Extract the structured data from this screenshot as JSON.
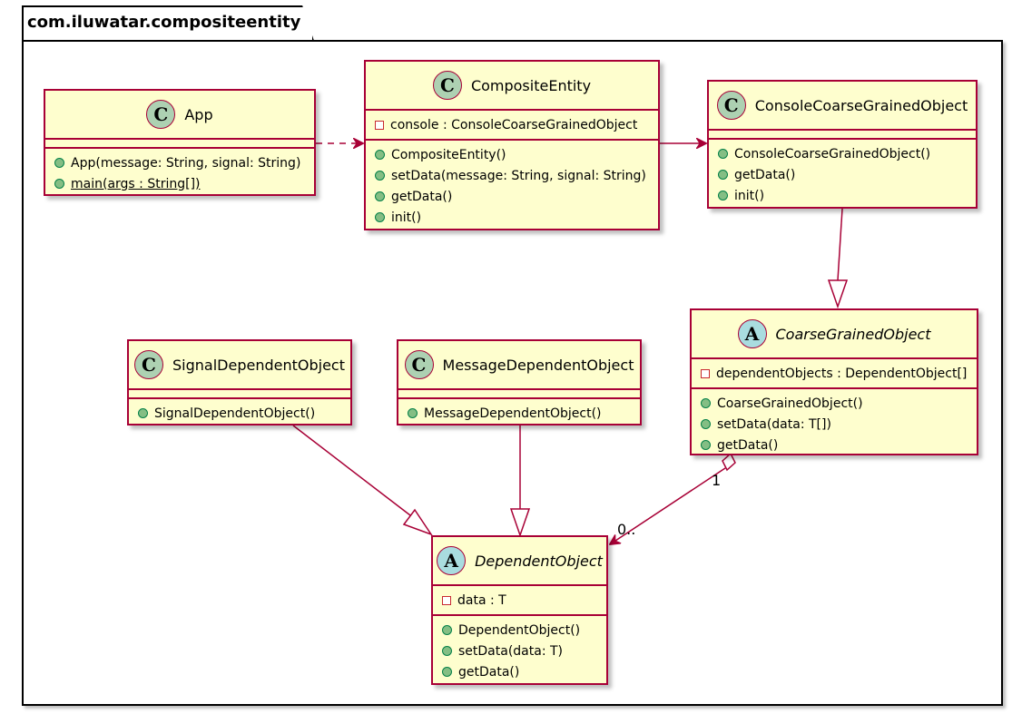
{
  "package": {
    "name": "com.iluwatar.compositeentity"
  },
  "classes": {
    "app": {
      "kind": "C",
      "name": "App",
      "fields": [],
      "methods": [
        {
          "text": "App(message: String, signal: String)",
          "static": false
        },
        {
          "text": "main(args : String[])",
          "static": true
        }
      ]
    },
    "composite_entity": {
      "kind": "C",
      "name": "CompositeEntity",
      "fields": [
        {
          "text": "console : ConsoleCoarseGrainedObject"
        }
      ],
      "methods": [
        {
          "text": "CompositeEntity()"
        },
        {
          "text": "setData(message: String, signal: String)"
        },
        {
          "text": "getData()"
        },
        {
          "text": "init()"
        }
      ]
    },
    "console_coarse": {
      "kind": "C",
      "name": "ConsoleCoarseGrainedObject",
      "fields": [],
      "methods": [
        {
          "text": "ConsoleCoarseGrainedObject()"
        },
        {
          "text": "getData()"
        },
        {
          "text": "init()"
        }
      ]
    },
    "coarse_grained": {
      "kind": "A",
      "name": "CoarseGrainedObject",
      "fields": [
        {
          "text": "dependentObjects : DependentObject[]"
        }
      ],
      "methods": [
        {
          "text": "CoarseGrainedObject()"
        },
        {
          "text": "setData(data: T[])"
        },
        {
          "text": "getData()"
        }
      ]
    },
    "signal_dependent": {
      "kind": "C",
      "name": "SignalDependentObject",
      "fields": [],
      "methods": [
        {
          "text": "SignalDependentObject()"
        }
      ]
    },
    "message_dependent": {
      "kind": "C",
      "name": "MessageDependentObject",
      "fields": [],
      "methods": [
        {
          "text": "MessageDependentObject()"
        }
      ]
    },
    "dependent_object": {
      "kind": "A",
      "name": "DependentObject",
      "fields": [
        {
          "text": "data : T"
        }
      ],
      "methods": [
        {
          "text": "DependentObject()"
        },
        {
          "text": "setData(data: T)"
        },
        {
          "text": "getData()"
        }
      ]
    }
  },
  "multiplicities": {
    "source": "1",
    "target": "0.."
  },
  "colors": {
    "border": "#A80036",
    "fill": "#FEFECE",
    "class_badge": "#ADD1B2",
    "abstract_badge": "#A9DCDF"
  }
}
